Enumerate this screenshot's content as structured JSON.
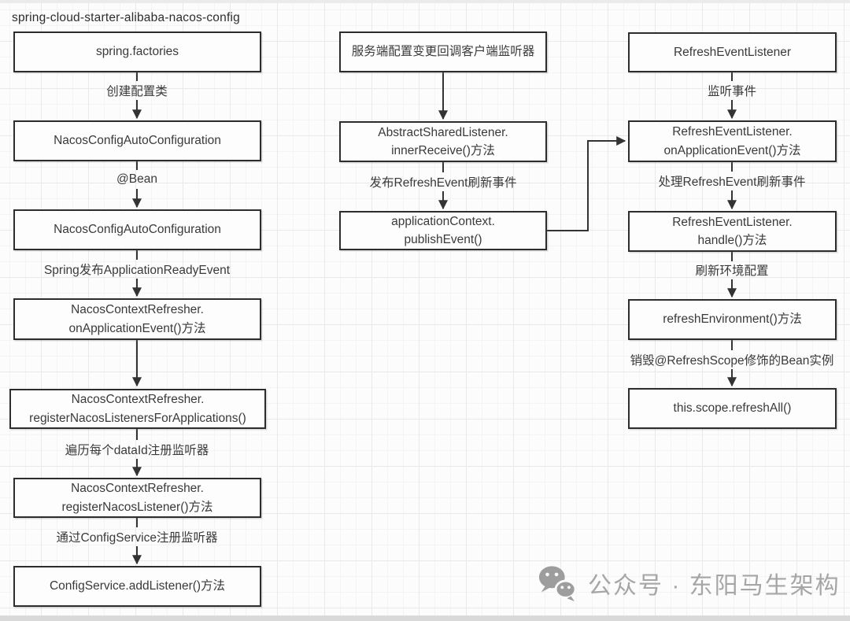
{
  "title": "spring-cloud-starter-alibaba-nacos-config",
  "colors": {
    "box_border": "#2d2d2d",
    "box_fill": "#fdfdfd",
    "text": "#3a3a3a",
    "arrow": "#333333",
    "grid_minor": "#f4f4f4",
    "grid_major": "#e9e9e9",
    "watermark": "#a6a6a6"
  },
  "flow": {
    "left": {
      "nodes": [
        "spring.factories",
        "NacosConfigAutoConfiguration",
        "NacosConfigAutoConfiguration",
        "NacosContextRefresher.\nonApplicationEvent()方法",
        "NacosContextRefresher.\nregisterNacosListenersForApplications()",
        "NacosContextRefresher.\nregisterNacosListener()方法",
        "ConfigService.addListener()方法"
      ],
      "labels": [
        "创建配置类",
        "@Bean",
        "Spring发布ApplicationReadyEvent",
        "遍历每个dataId注册监听器",
        "通过ConfigService注册监听器"
      ]
    },
    "middle": {
      "nodes": [
        "服务端配置变更回调客户端监听器",
        "AbstractSharedListener.\ninnerReceive()方法",
        "applicationContext.\npublishEvent()"
      ],
      "labels": [
        "发布RefreshEvent刷新事件"
      ]
    },
    "right": {
      "nodes": [
        "RefreshEventListener",
        "RefreshEventListener.\nonApplicationEvent()方法",
        "RefreshEventListener.\nhandle()方法",
        "refreshEnvironment()方法",
        "this.scope.refreshAll()"
      ],
      "labels": [
        "监听事件",
        "处理RefreshEvent刷新事件",
        "刷新环境配置",
        "销毁@RefreshScope修饰的Bean实例"
      ]
    }
  },
  "watermark": {
    "icon": "wechat-icon",
    "text": "公众号 · 东阳马生架构"
  }
}
